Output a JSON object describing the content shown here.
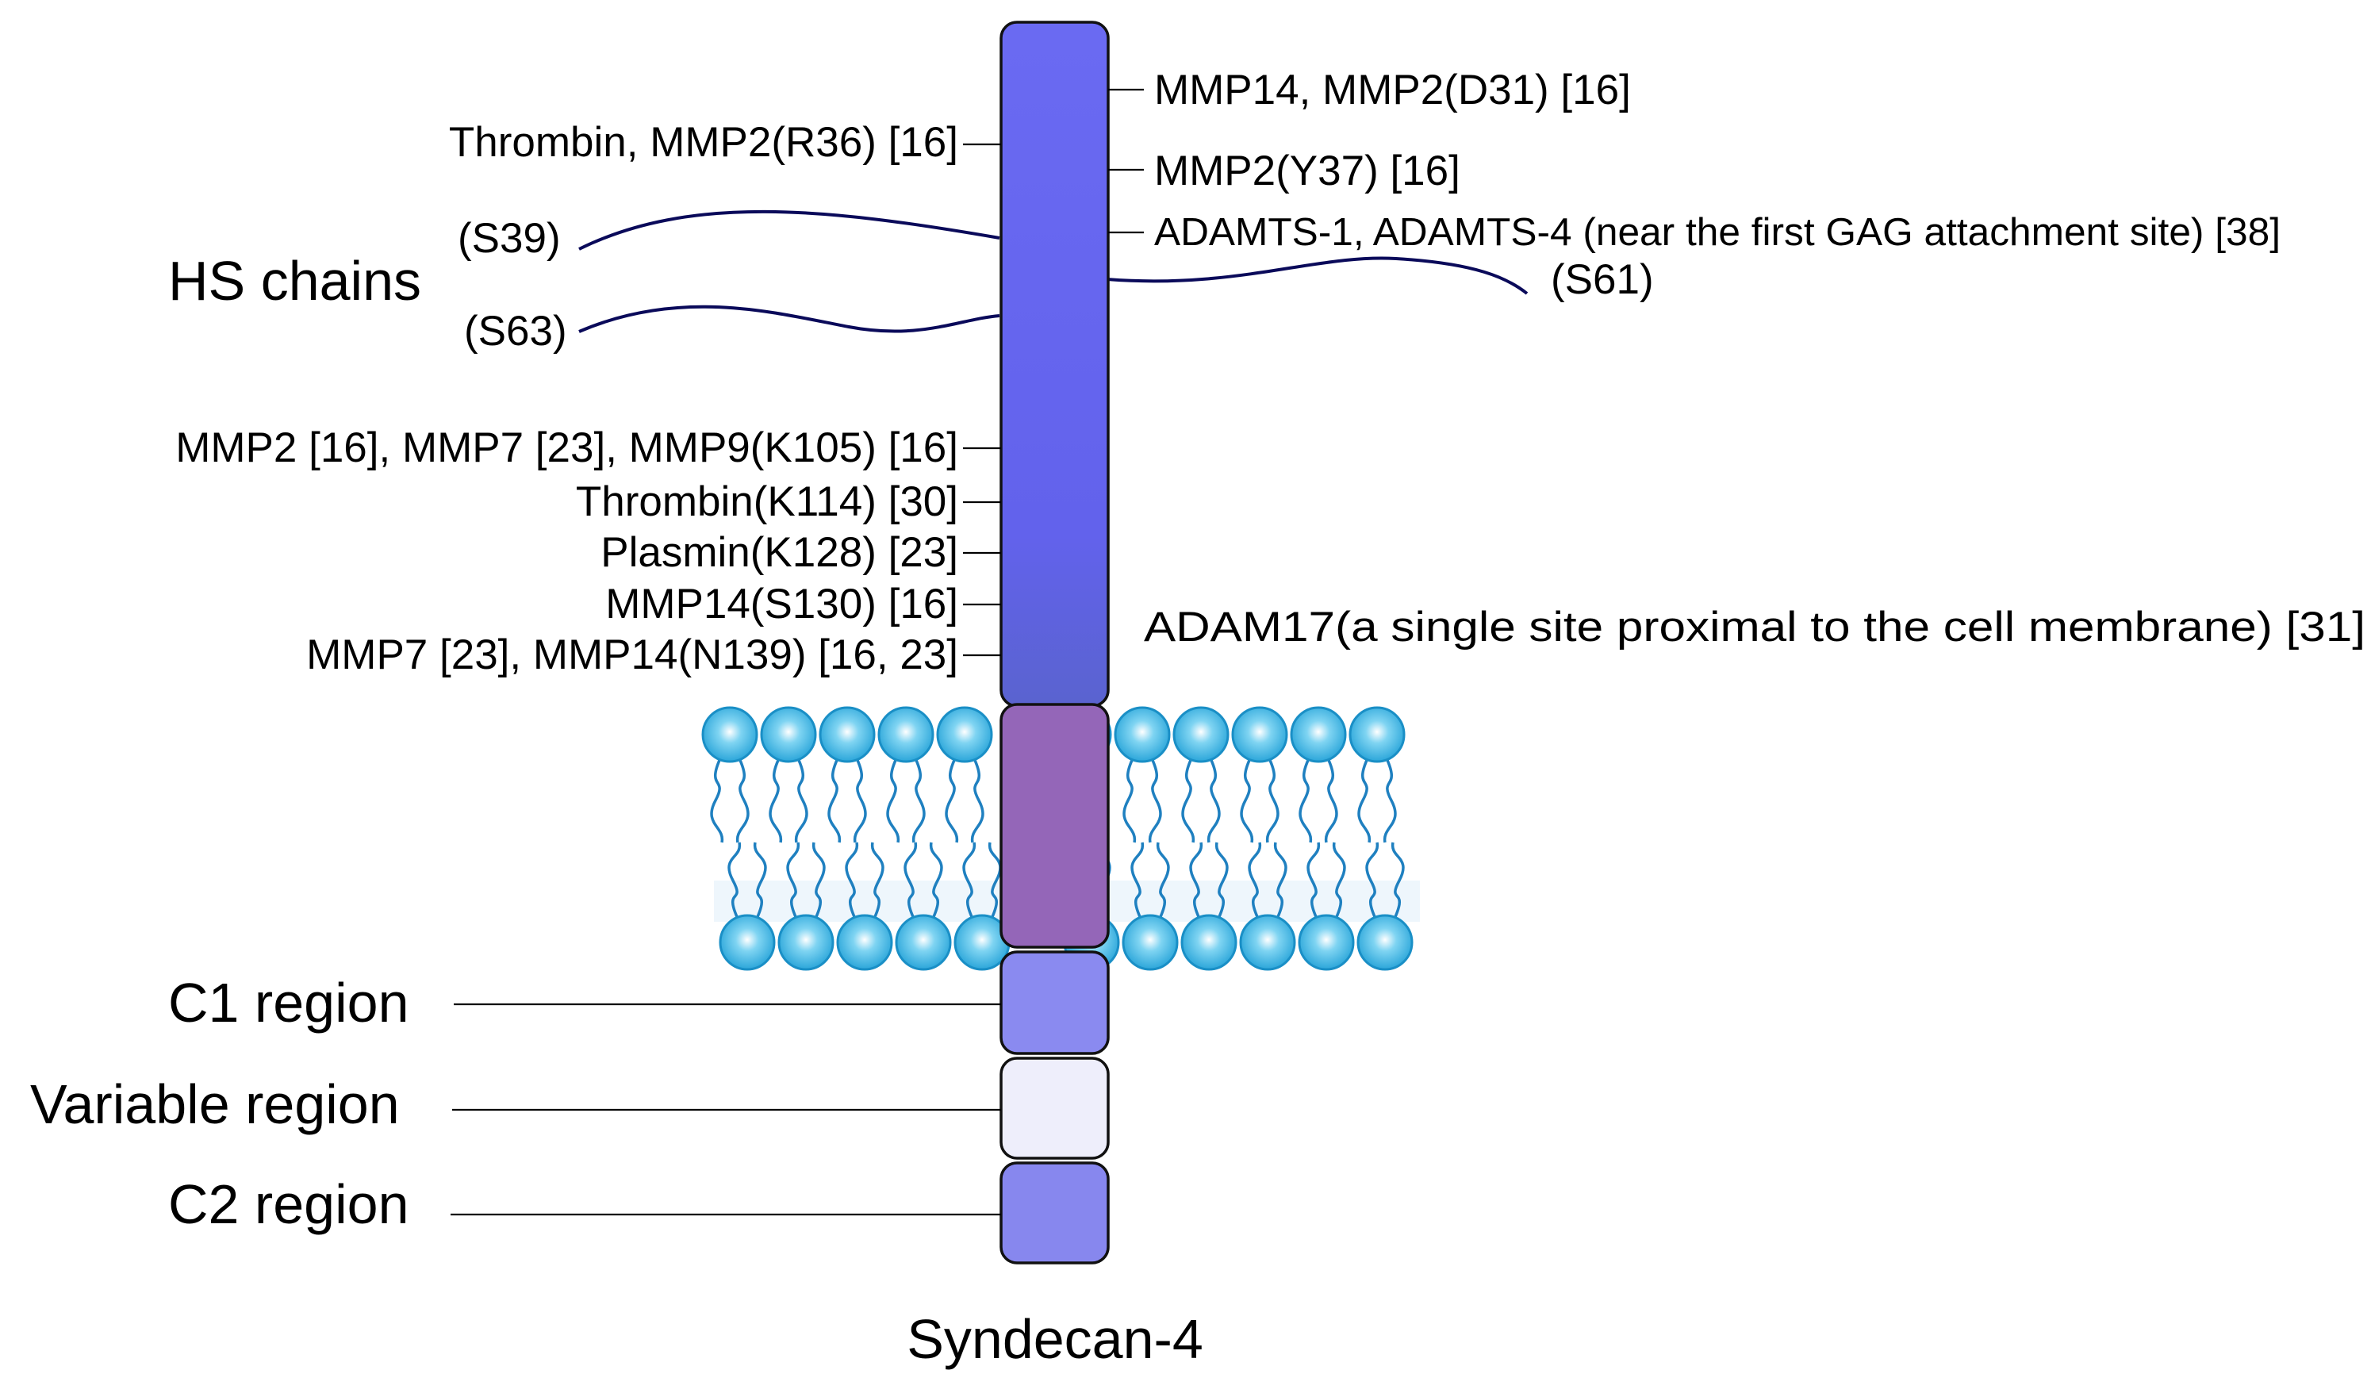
{
  "title": "Syndecan-4",
  "hs_chains": {
    "label": "HS chains",
    "sites": [
      "(S39)",
      "(S63)",
      "(S61)"
    ]
  },
  "cleavage_sites": {
    "right": [
      "MMP14, MMP2(D31) [16]",
      "MMP2(Y37) [16]",
      "ADAMTS-1, ADAMTS-4 (near the first GAG attachment site) [38]",
      "ADAM17(a single site proximal to the cell membrane) [31]"
    ],
    "left": [
      "Thrombin, MMP2(R36) [16]",
      "MMP2 [16], MMP7 [23], MMP9(K105) [16]",
      "Thrombin(K114) [30]",
      "Plasmin(K128) [23]",
      "MMP14(S130) [16]",
      "MMP7 [23], MMP14(N139) [16, 23]"
    ]
  },
  "regions": [
    "C1 region",
    "Variable region",
    "C2 region"
  ],
  "colors": {
    "ectodomain": "#6767f0",
    "transmembrane": "#9466b8",
    "c1_region": "#8a8af0",
    "variable_region": "#eeeefb",
    "c2_region": "#8787ee",
    "lipid_head": "#2eaee0",
    "lipid_tail": "#1f80c0",
    "hs_chain": "#0a0a5a"
  }
}
